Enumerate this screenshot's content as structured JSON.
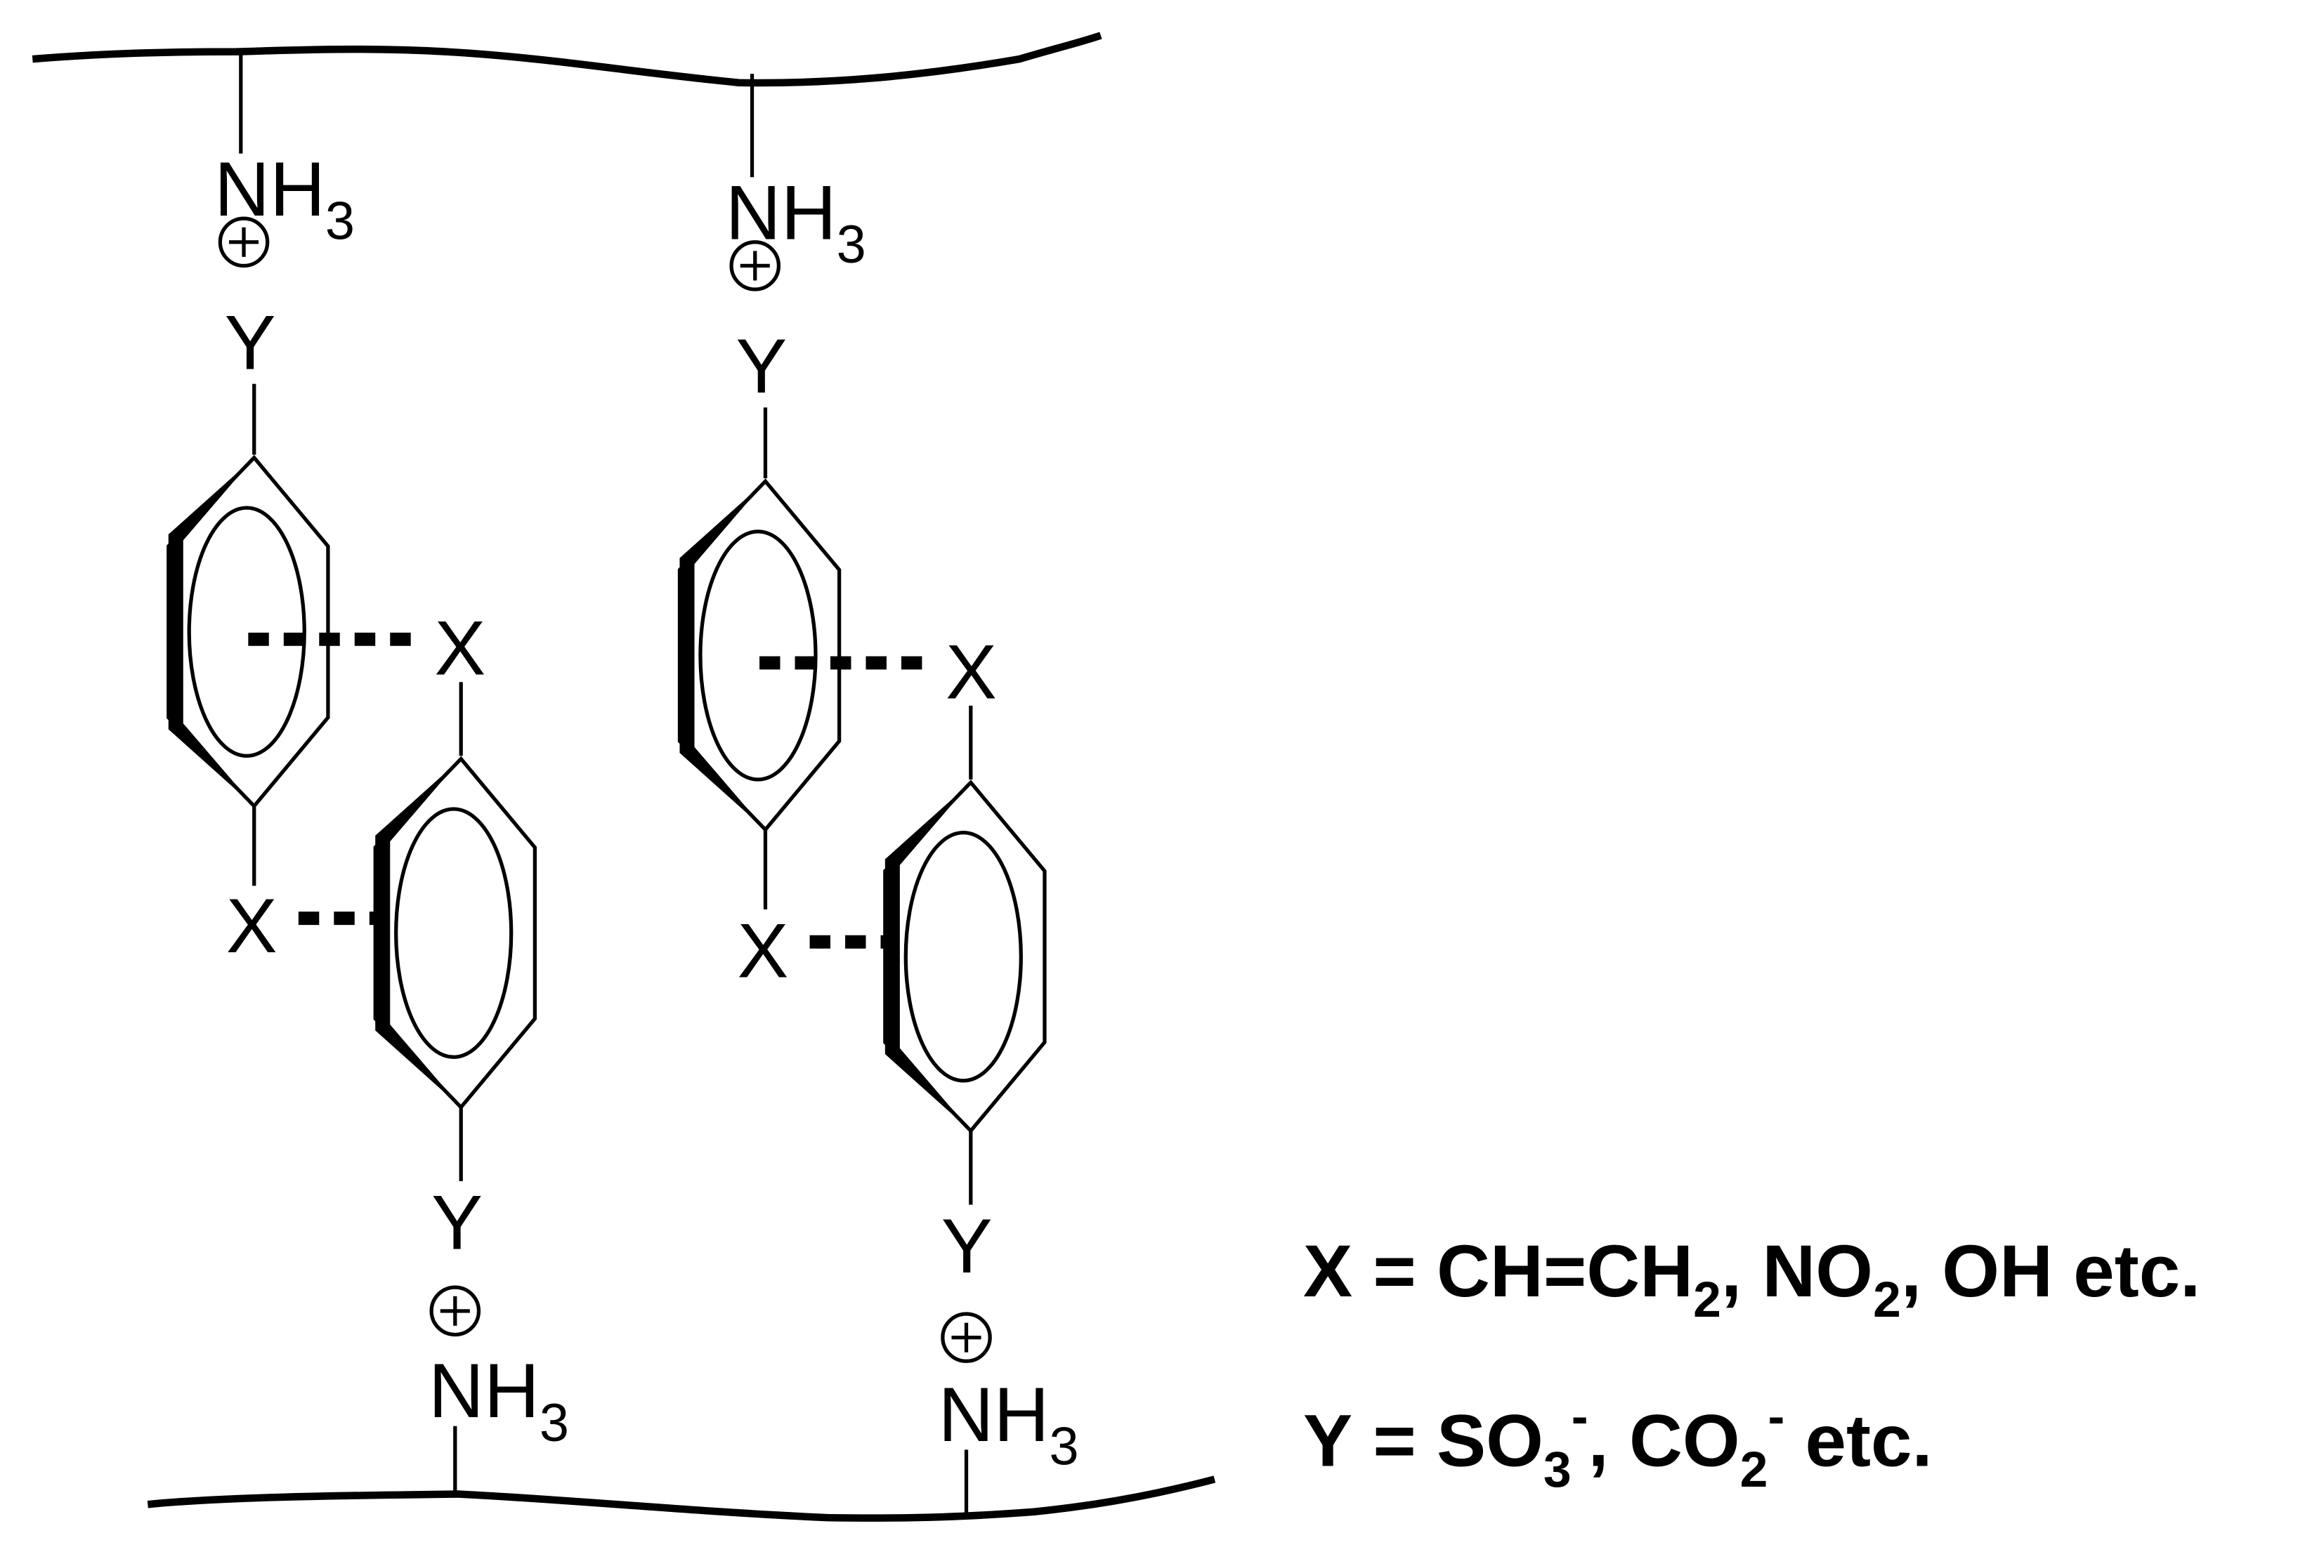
{
  "labels": {
    "ammonium_N": "NH",
    "ammonium_sub": "3",
    "charge_plus": "+",
    "substituent_y": "Y",
    "substituent_x": "X"
  },
  "legend": {
    "x_var": "X",
    "x_eq": " = CH=CH",
    "x_sub2a": "2",
    "x_mid": ", NO",
    "x_sub2b": "2",
    "x_end": ", OH etc.",
    "y_var": "Y",
    "y_eq": " = SO",
    "y_sub3": "3",
    "y_supminus1": "-",
    "y_mid": ", CO",
    "y_sub2": "2",
    "y_supminus2": "-",
    "y_end": " etc."
  },
  "colors": {
    "ink": "#000000",
    "background": "#ffffff"
  }
}
